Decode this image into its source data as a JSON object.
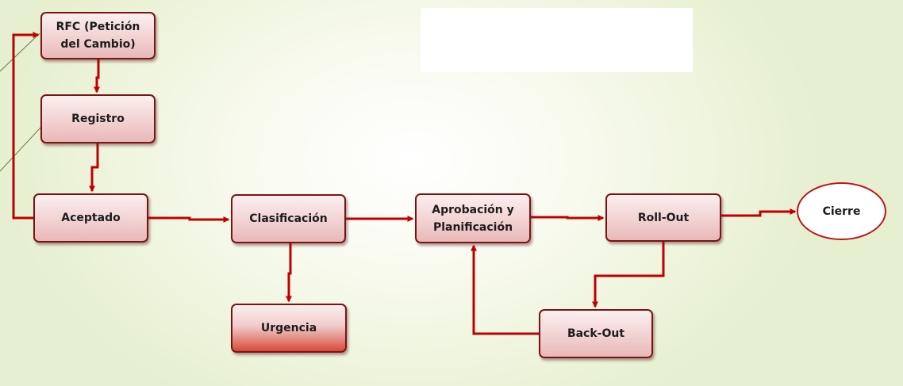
{
  "nodes": {
    "rfc": "RFC (Petición\ndel Cambio)",
    "registro": "Registro",
    "aceptado": "Aceptado",
    "clasificacion": "Clasificación",
    "urgencia": "Urgencia",
    "aprobacion": "Aprobación y\nPlanificación",
    "rollout": "Roll-Out",
    "backout": "Back-Out",
    "cierre": "Cierre"
  },
  "colors": {
    "arrow": "#c00000",
    "box_border": "#7a1414",
    "ellipse_border": "#c0141c"
  }
}
